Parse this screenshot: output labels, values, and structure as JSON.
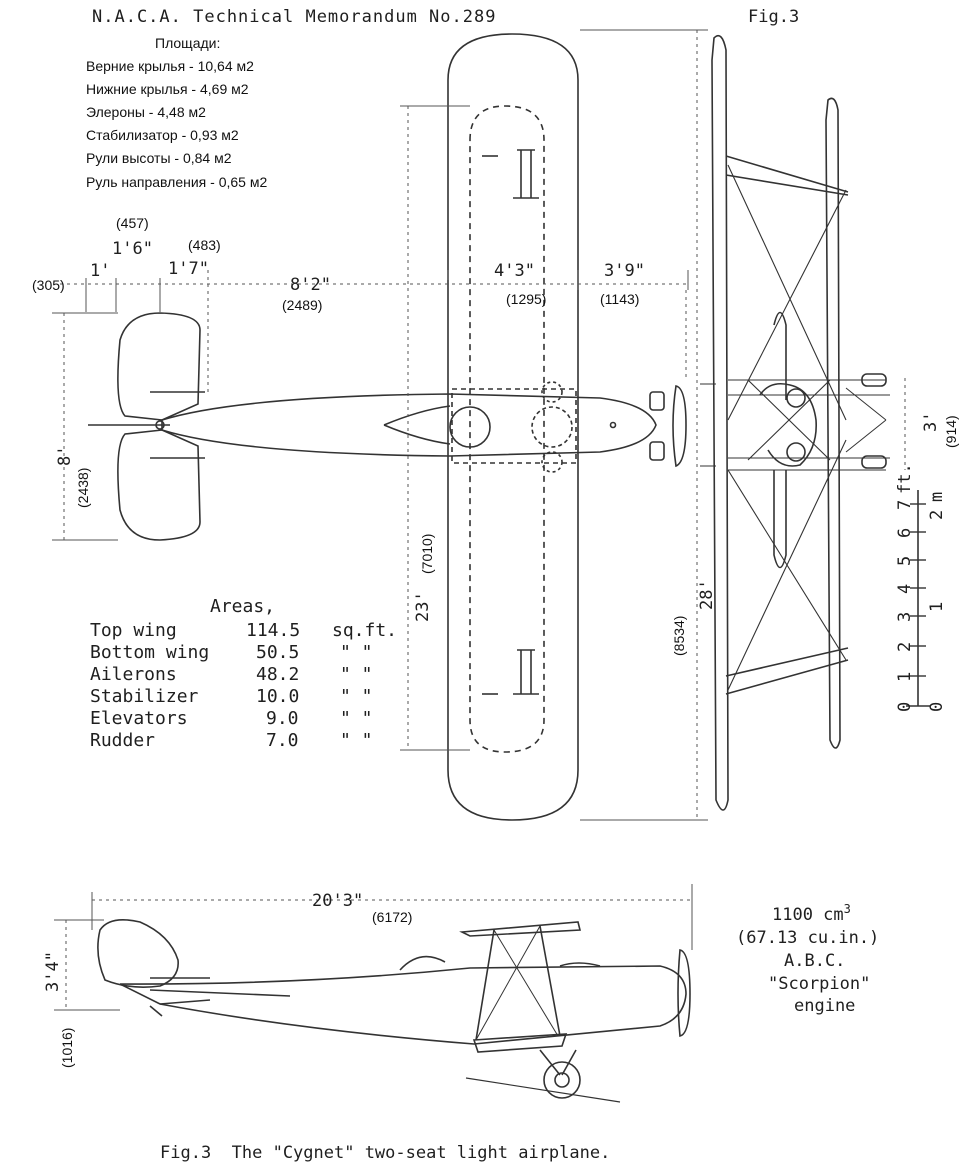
{
  "header": {
    "title": "N.A.C.A. Technical Memorandum No.289",
    "fig": "Fig.3"
  },
  "russian_areas": {
    "heading": "Площади:",
    "lines": [
      "Верние крылья - 10,64 м2",
      "Нижние крылья - 4,69 м2",
      "Элероны - 4,48 м2",
      "Стабилизатор - 0,93 м2",
      "Рули высоты - 0,84 м2",
      "Руль направления - 0,65 м2"
    ]
  },
  "dims": {
    "d457": "(457)",
    "d1_6": "1'6\"",
    "d483": "(483)",
    "d305": "(305)",
    "d1": "1'",
    "d1_7": "1'7\"",
    "d8_2": "8'2\"",
    "d2489": "(2489)",
    "d4_3": "4'3\"",
    "d1295": "(1295)",
    "d3_9": "3'9\"",
    "d1143": "(1143)",
    "d8": "8'",
    "d2438": "(2438)",
    "d7010": "(7010)",
    "d23": "23'",
    "d8534": "(8534)",
    "d28": "28'",
    "d3": "3'",
    "d914": "(914)",
    "d20_3": "20'3\"",
    "d6172": "(6172)",
    "d3_4": "3'4\"",
    "d1016": "(1016)"
  },
  "scale": {
    "ft_marks": [
      "0",
      "1",
      "2",
      "3",
      "4",
      "5",
      "6",
      "7"
    ],
    "ft_unit": "ft.",
    "m_marks": [
      "0",
      "1",
      "2"
    ],
    "m_unit": "m"
  },
  "areas_table": {
    "heading": "Areas,",
    "rows": [
      {
        "label": "Top wing",
        "value": "114.5",
        "unit": "sq.ft."
      },
      {
        "label": "Bottom wing",
        "value": "50.5",
        "unit": "\"   \""
      },
      {
        "label": "Ailerons",
        "value": "48.2",
        "unit": "\"   \""
      },
      {
        "label": "Stabilizer",
        "value": "10.0",
        "unit": "\"   \""
      },
      {
        "label": "Elevators",
        "value": "9.0",
        "unit": "\"   \""
      },
      {
        "label": "Rudder",
        "value": "7.0",
        "unit": "\"   \""
      }
    ]
  },
  "engine": {
    "lines": [
      "1100 cm",
      "(67.13 cu.in.)",
      "A.B.C.",
      "\"Scorpion\"",
      "engine"
    ],
    "superscript": "3"
  },
  "caption": "Fig.3  The \"Cygnet\" two-seat light airplane."
}
